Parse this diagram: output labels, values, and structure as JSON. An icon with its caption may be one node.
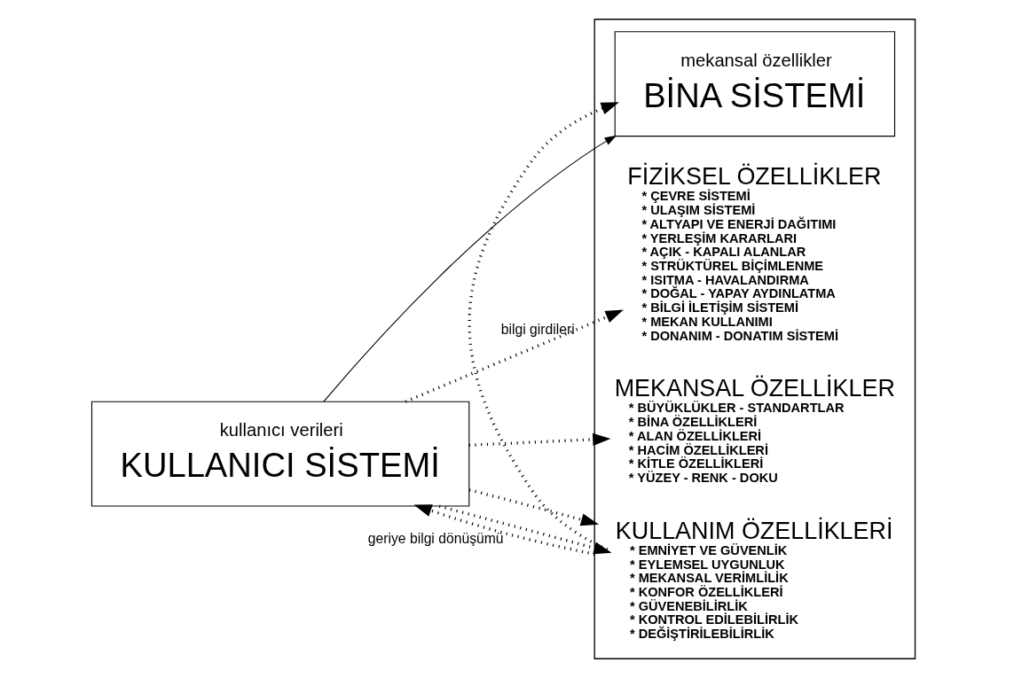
{
  "diagram": {
    "nodes": [
      {
        "text": [
          "kullanıcı verileri",
          "KULLANICI SİSTEMİ"
        ]
      },
      {
        "text": [],
        "shape": "box"
      },
      {
        "text": [
          "mekansal özellikler",
          "BİNA SİSTEMİ"
        ],
        "in": 1
      },
      {
        "text": [
          "FİZİKSEL ÖZELLİKLER",
          "* ÇEVRE SİSTEMİ",
          "* ULAŞIM SİSTEMİ",
          "* ALTYAPI VE ENERJİ DAĞITIMI",
          "* YERLEŞİM KARARLARI",
          "* AÇIK - KAPALI ALANLAR",
          "* STRÜKTÜREL BİÇİMLENME",
          "* ISITMA - HAVALANDIRMA",
          "* DOĞAL - YAPAY AYDINLATMA",
          "* BİLGİ İLETİŞİM SİSTEMİ",
          "* MEKAN KULLANIMI",
          "* DONANIM - DONATIM SİSTEMİ"
        ],
        "in": 1
      },
      {
        "text": [
          "MEKANSAL ÖZELLİKLER",
          "* BÜYÜKLÜKLER - STANDARTLAR",
          "* BİNA ÖZELLİKLERİ",
          "* ALAN ÖZELLİKLERİ",
          "* HACİM ÖZELLİKLERİ",
          "* KİTLE ÖZELLİKLERİ",
          "* YÜZEY - RENK - DOKU"
        ],
        "in": 1
      },
      {
        "text": [
          "KULLANIM ÖZELLİKLERİ",
          "* EMNİYET VE GÜVENLİK",
          "* EYLEMSEL UYGUNLUK",
          "* MEKANSAL VERİMLİLİK",
          "* KONFOR ÖZELLİKLERİ",
          "* GÜVENEBİLİRLİK",
          "* KONTROL EDİLEBİLİRLİK",
          "* DEĞİŞTİRİLEBİLİRLİK"
        ],
        "in": 1
      }
    ],
    "edges": [
      {
        "from": 0,
        "to": 2,
        "arrow": "to"
      },
      {
        "from": 0,
        "to": 3,
        "arrow": "to",
        "style": "dashed",
        "label": "bilgi girdileri"
      },
      {
        "from": 0,
        "to": 4,
        "arrow": "to",
        "style": "dashed"
      },
      {
        "from": 0,
        "to": 5,
        "arrow": "to",
        "style": "dashed"
      },
      {
        "from": 0,
        "to": 1,
        "arrow": "to",
        "style": "dashed"
      },
      {
        "from": 1,
        "to": 0,
        "arrow": "to",
        "style": "dashed",
        "label": "geriye bilgi dönüşümü"
      },
      {
        "from": 1,
        "to": 2,
        "arrow": "to",
        "style": "dashed"
      }
    ]
  }
}
